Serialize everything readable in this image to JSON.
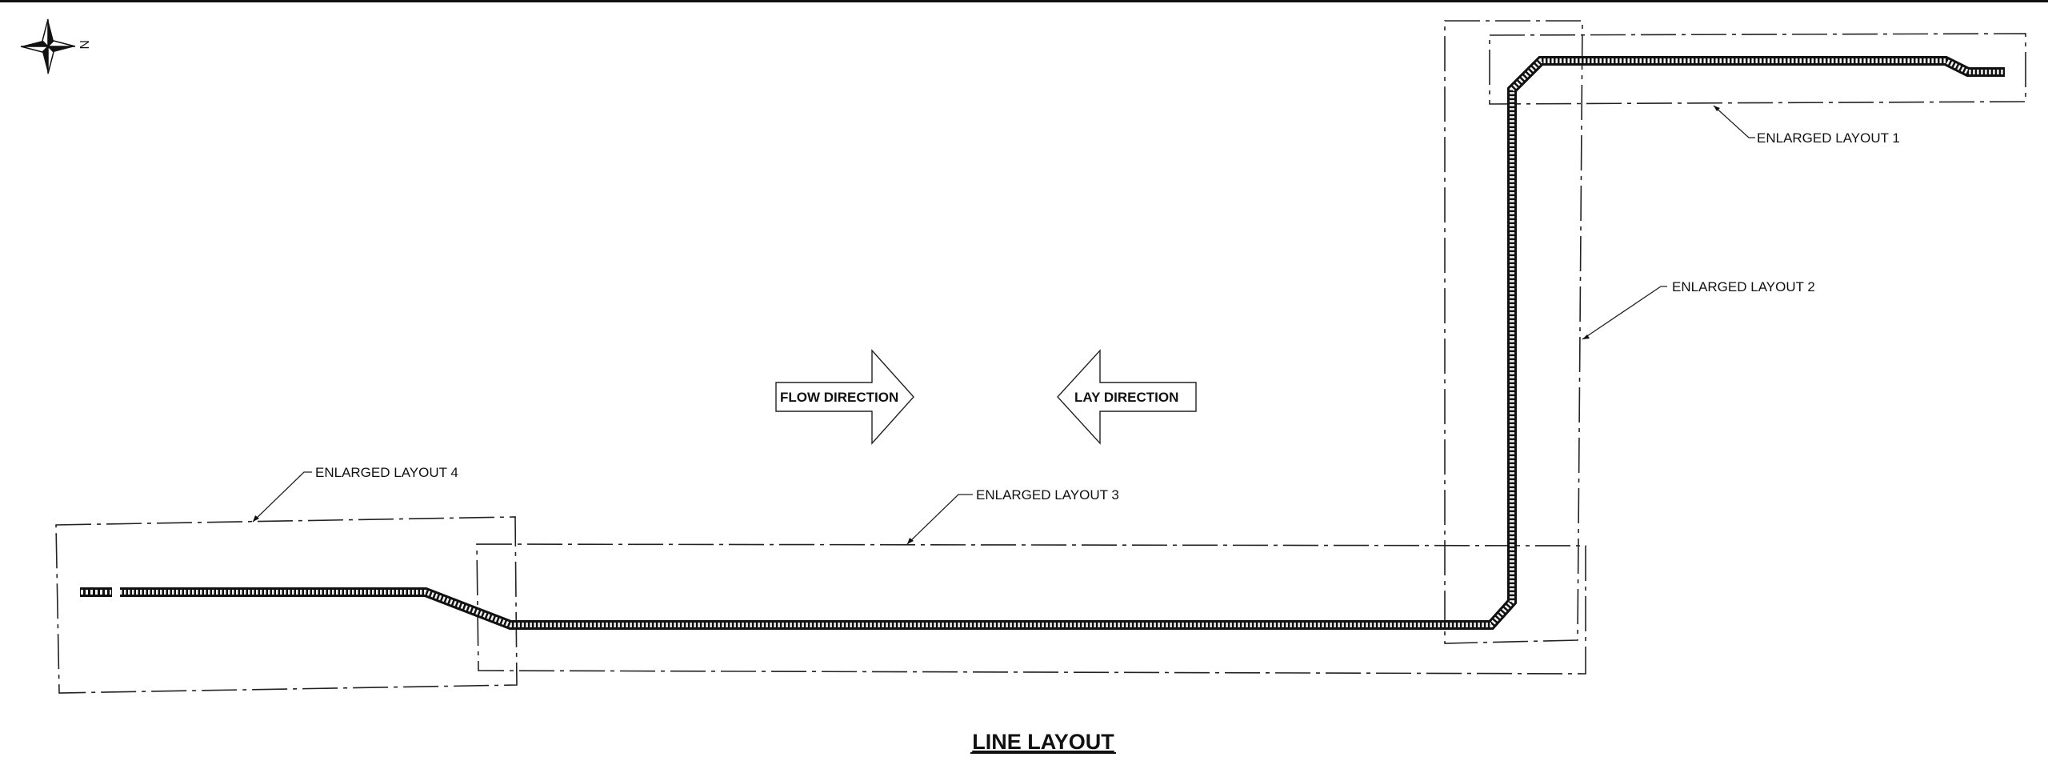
{
  "drawing": {
    "title": "LINE LAYOUT",
    "north_symbol": {
      "icon": "north-arrow-icon",
      "label": "N"
    },
    "callouts": {
      "layout_1": "ENLARGED LAYOUT 1",
      "layout_2": "ENLARGED LAYOUT 2",
      "layout_3": "ENLARGED LAYOUT 3",
      "layout_4": "ENLARGED LAYOUT 4"
    },
    "arrows": {
      "flow": "FLOW DIRECTION",
      "lay": "LAY DIRECTION"
    },
    "colors": {
      "line": "#111111",
      "background": "#ffffff"
    }
  }
}
